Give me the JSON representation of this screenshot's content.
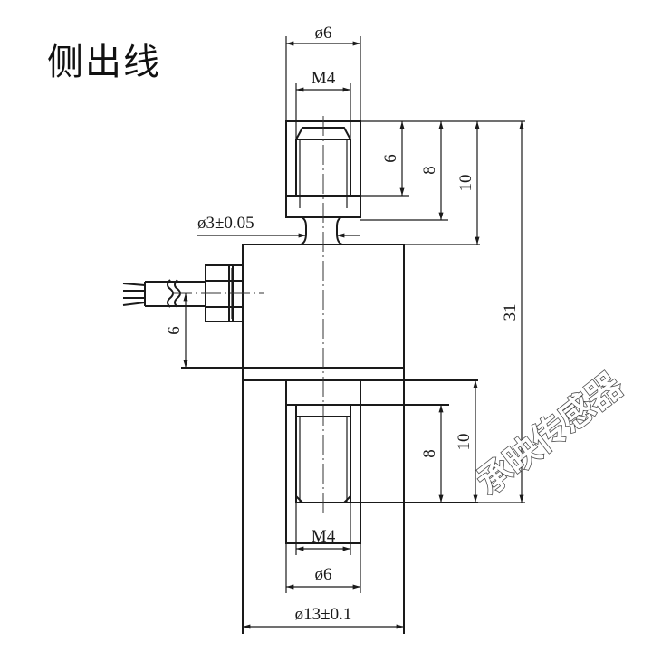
{
  "title": "侧出线",
  "watermark": "承映传感器",
  "dimensions": {
    "top_outer_dia": "ø6",
    "top_thread": "M4",
    "neck_dia": "ø3±0.05",
    "top_thread_depth": "6",
    "top_hole_depth": "8",
    "top_stud_height": "10",
    "total_height": "31",
    "cable_offset": "6",
    "bottom_hole_depth": "8",
    "bottom_height": "10",
    "bottom_thread": "M4",
    "bottom_outer_dia": "ø6",
    "body_dia": "ø13±0.1"
  },
  "colors": {
    "line": "#1a1a1a",
    "background": "#ffffff"
  }
}
